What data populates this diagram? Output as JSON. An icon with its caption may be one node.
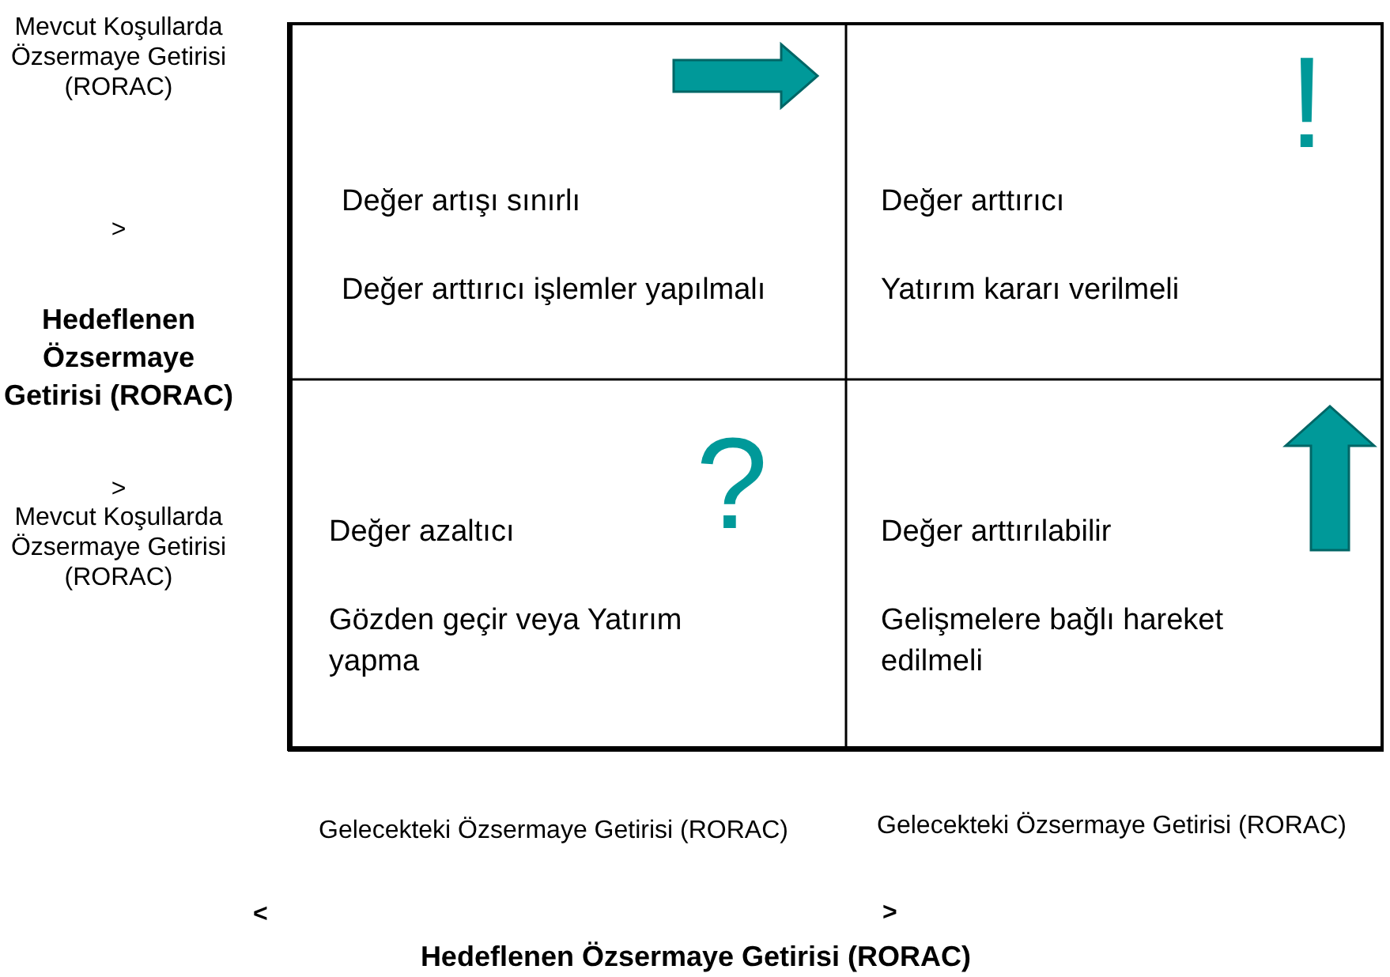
{
  "diagram": {
    "nodes": [
      {
        "text": [
          "Değer artışı sınırlı",
          "Değer arttırıcı işlemler yapılmalı"
        ]
      },
      {
        "text": [
          "Değer arttırıcı",
          "Yatırım kararı verilmeli",
          "!"
        ]
      },
      {
        "text": [
          "Değer azaltıcı",
          "Gözden geçir veya Yatırım yapma",
          "?"
        ]
      },
      {
        "text": [
          "Değer arttırılabilir",
          "Gelişmelere bağlı hareket edilmeli"
        ]
      }
    ],
    "edges": [],
    "labels": [
      "Mevcut Koşullarda Özsermaye Getirisi (RORAC)",
      ">",
      "Hedeflenen Özsermaye Getirisi (RORAC)",
      ">",
      "Mevcut Koşullarda Özsermaye Getirisi (RORAC)",
      "Gelecekteki Özsermaye Getirisi (RORAC)",
      "Gelecekteki Özsermaye Getirisi (RORAC)",
      "<",
      ">",
      "Hedeflenen Özsermaye Getirisi (RORAC)"
    ]
  }
}
